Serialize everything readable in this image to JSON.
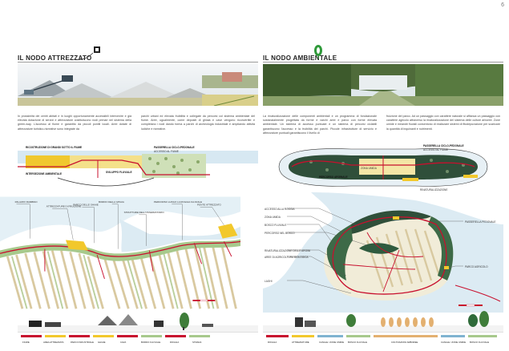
{
  "page_number": "6",
  "left": {
    "title": "IL NODO ATTREZZATO",
    "paragraph_1": "In prossimità dei centri abitati e in luoghi opportunamente accessibili intervenire e già elevata dotazione di servizi e attrezzature costituiscono nodi primari nel sistema della green-way. L'accesso al fiume e garantito da piccoli pontili locali. Aree dotate di attrezzature turistico-ricreative sono integrate da",
    "paragraph_2": "parchi urbani ed elevata fruibilità e collegate da percorsi col sistema ambientale del fiume. Aree, ugualmente, come depositi di ghiaia e cave vengono riconvertite e completano i nodi dando forma a parchi di archeologia industriale e ampliando attività ludiche e ricreative.",
    "plan_labels": [
      "RICOSTRUZIONE DI GRANDI SOTTO IL FIUME",
      "PASSERELLA CICLO-PEDONALE",
      "ACCESSO AL FIUME",
      "SVILUPPO FLUVIALE",
      "INTERSEZIONE AMBIENTALE"
    ],
    "map_labels": [
      "PALAZZO RAMBINO",
      "ATTREZZATURE DI FRUIZIONE",
      "PARCO DELLE GHIAIE",
      "BORDO DELLA GHIAIA",
      "STRUTTURE DELL'OSSERVATORIO",
      "PERCORSO LUNGO LA ROGGIA FLUVIALE",
      "PONTE ATTREZZATO"
    ],
    "section_labels": [
      "FIUME",
      "AREA ATTREZZATA",
      "PARCO INDUSTRIALE",
      "GHIAIE",
      "CAVA",
      "BORDO FLUVIALE",
      "ROGGIA",
      "STRADA"
    ]
  },
  "right": {
    "title": "IL NODO AMBIENTALE",
    "paragraph_1": "La rinaturalizzazione delle componenti ambientali e un programma di fondazionale sostanzialmente progettata da forme e varchi aree e parco con forme elevata ambientale. Un sistema di accesso puntuale e un sistema di percorsi ciclabili garantiscono l'accesso e la fruibilità dei parchi. Piccole infrastrutture di servizio e attrezzature puntuali garantiscono il livello di",
    "paragraph_2": "fruizione del parco. Ad un passaggio con carattere naturale si affianca un passaggio con carattere agricolo attraverso la rinaturalizzazione del sistema delle culture arboree. Zone umide e meandri fluviali consentono di realizzare sistemi di fitodepurazione per scaricare la quantità di inquinanti e nutrimenti.",
    "plan_labels": [
      "PASSERELLA CICLO-PEDONALE",
      "ACCESSO AL FIUME",
      "PERCORSO ARGINALE",
      "ZONA UMIDA",
      "RINATURALIZZAZIONE"
    ],
    "map_labels": [
      "ACCESSO ALLA ROGGIA",
      "ZONA UMIDA",
      "BOSCO FLUVIALE",
      "PERCORSO NEL BOSCO",
      "RINATURALIZZAZIONE DELLE ARGINI",
      "AREE DI AGRICOLTURA BIOLOGICA",
      "LAGHI",
      "PASSERELLA PEDONALE",
      "PARCO AGRICOLO"
    ],
    "section_labels": [
      "ROGGIA",
      "ATTREZZATURE",
      "CANALE / ZONE UMIDE",
      "BOSCO FLUVIALE",
      "COLTIVAZIONI ARBOREE",
      "CANALE / ZONE UMIDE",
      "BOSCO FLUVIALE"
    ]
  }
}
